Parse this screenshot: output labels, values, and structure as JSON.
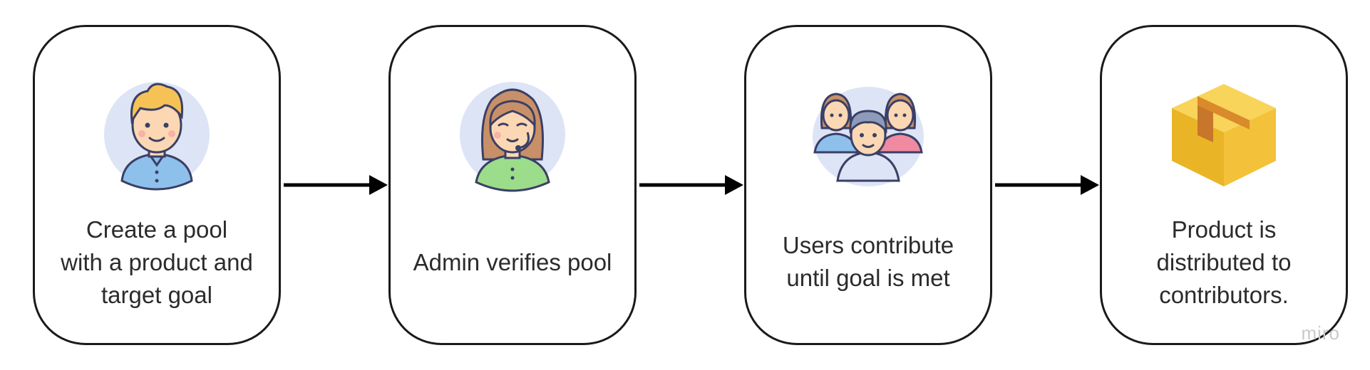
{
  "steps": [
    {
      "lines": [
        "Create a pool",
        "with a product and",
        "target goal"
      ],
      "icon": "man-avatar-icon"
    },
    {
      "lines": [
        "Admin verifies pool"
      ],
      "icon": "support-agent-icon"
    },
    {
      "lines": [
        "Users contribute",
        "until goal is met"
      ],
      "icon": "user-group-icon"
    },
    {
      "lines": [
        "Product is",
        "distributed to",
        "contributors."
      ],
      "icon": "package-box-icon"
    }
  ],
  "watermark": "miro",
  "colors": {
    "border": "#1a1a1a",
    "text": "#2b2b2b",
    "avatar_bg": "#dde4f5",
    "skin": "#fbd8b3",
    "hair_blond": "#f6c255",
    "hair_brown": "#c89068",
    "shirt_blue": "#8ec0ec",
    "shirt_green": "#9bdd8a",
    "shirt_pink": "#f08aa0",
    "box_yellow": "#f3c23a",
    "box_tape": "#d98a2a",
    "outline": "#3b3f66"
  }
}
